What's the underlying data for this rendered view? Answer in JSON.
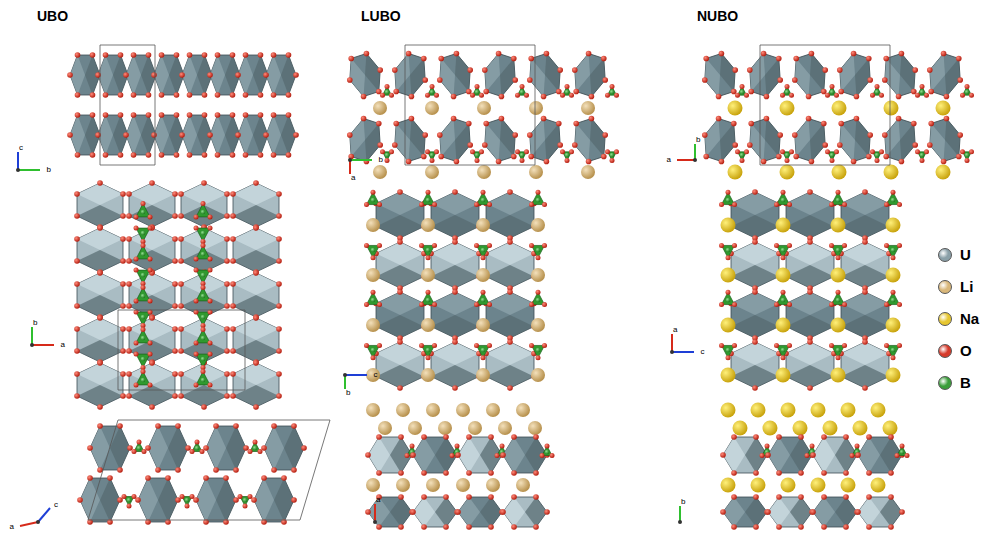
{
  "diagram": {
    "labels": [
      "UBO",
      "LUBO",
      "NUBO",
      "c",
      "b",
      "b",
      "a",
      "c",
      "a",
      "b",
      "a",
      "c",
      "b",
      "a",
      "a",
      "b",
      "a",
      "c",
      "b"
    ],
    "legend": [
      {
        "text": "U",
        "color": "#8aa0a8"
      },
      {
        "text": "Li",
        "color": "#d9b77a"
      },
      {
        "text": "Na",
        "color": "#e6c630"
      },
      {
        "text": "O",
        "color": "#d63a2a"
      },
      {
        "text": "B",
        "color": "#3b9e3b"
      }
    ]
  }
}
